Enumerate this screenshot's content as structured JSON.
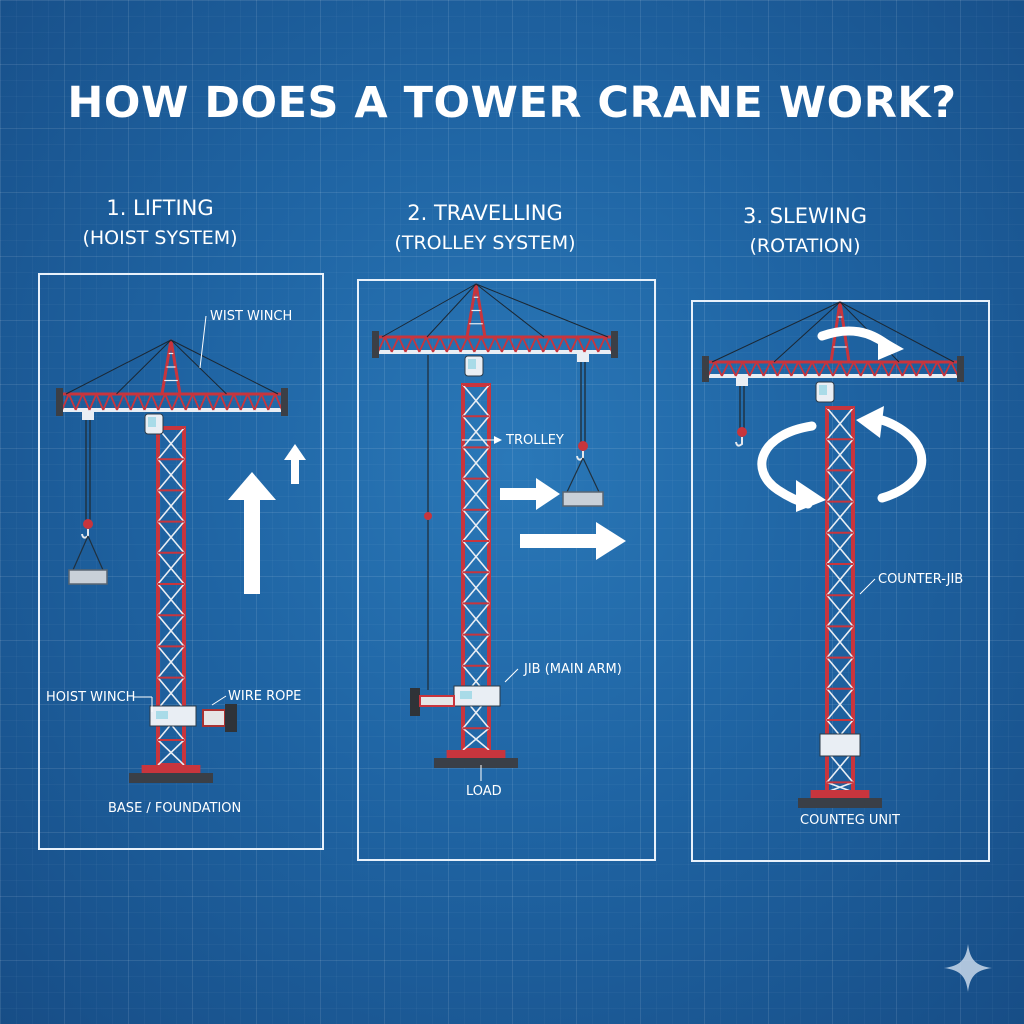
{
  "title": "HOW DOES A TOWER CRANE WORK?",
  "steps": [
    {
      "heading": "1. LIFTING",
      "sub": "(HOIST SYSTEM)"
    },
    {
      "heading": "2. TRAVELLING",
      "sub": "(TROLLEY SYSTEM)"
    },
    {
      "heading": "3. SLEWING",
      "sub": "(ROTATION)"
    }
  ],
  "labels": {
    "p1_top": "WIST WINCH",
    "p1_hoist": "HOIST WINCH",
    "p1_rope": "WIRE ROPE",
    "p1_base": "BASE / FOUNDATION",
    "p2_trolley": "TROLLEY",
    "p2_jib": "JIB (MAIN ARM)",
    "p2_load": "LOAD",
    "p3_counter": "COUNTER-JIB",
    "p3_unit": "COUNTEG UNIT"
  },
  "colors": {
    "mast_red": "#c8353d",
    "steel_white": "#e9eef4",
    "background_blue": "#1f64a3",
    "cab_cyan": "#a9dbe8"
  },
  "icons": [
    "arrow-up-icon",
    "arrow-right-icon",
    "rotation-arrows-icon",
    "hook-icon",
    "sparkle-icon"
  ]
}
